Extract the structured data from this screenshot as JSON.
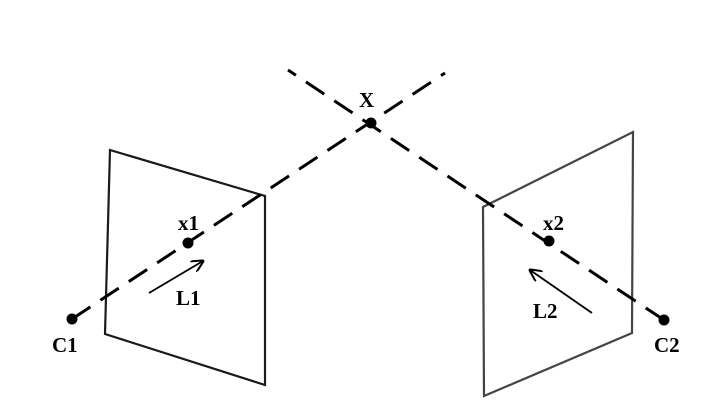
{
  "labels": {
    "world_point": "X",
    "image_point_1": "x1",
    "image_point_2": "x2",
    "camera_center_1": "C1",
    "camera_center_2": "C2",
    "line_1": "L1",
    "line_2": "L2"
  },
  "colors": {
    "background": "#ffffff",
    "ink": "#000000",
    "left_plane_stroke": "#1a1a1a",
    "right_plane_stroke": "#444444"
  }
}
